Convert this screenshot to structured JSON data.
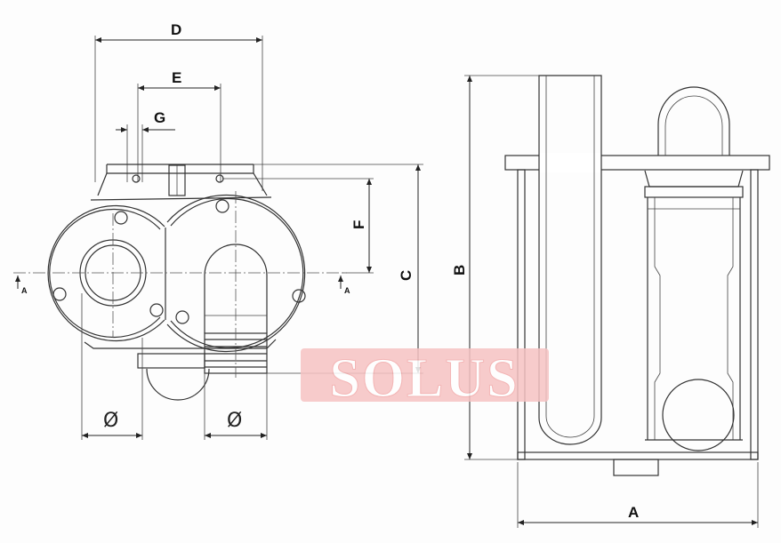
{
  "drawing": {
    "dimensions": {
      "A": "A",
      "B": "B",
      "C": "C",
      "D": "D",
      "E": "E",
      "F": "F",
      "G": "G",
      "diameter_left": "Ø",
      "diameter_right": "Ø"
    },
    "section_markers": {
      "left": "A",
      "right": "A"
    },
    "watermark": "SOLUS",
    "watermark_color": "#f7c3c3"
  }
}
